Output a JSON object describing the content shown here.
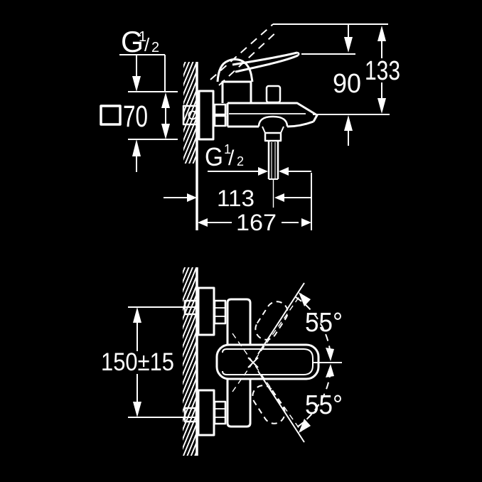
{
  "colors": {
    "background": "#000000",
    "line": "#ffffff"
  },
  "side_view": {
    "inlet_thread_label": {
      "prefix": "G",
      "sup": "1",
      "slash": "/",
      "sub": "2"
    },
    "escutcheon_square": "70",
    "lever_height": "90",
    "total_height": "133",
    "shower_thread_label": {
      "prefix": "G",
      "sup": "1",
      "slash": "/",
      "sub": "2"
    },
    "wall_to_hose": "113",
    "wall_to_spout": "167"
  },
  "front_view": {
    "connection_spacing": "150±15",
    "swing_angle_top": "55°",
    "swing_angle_bottom": "55°"
  }
}
